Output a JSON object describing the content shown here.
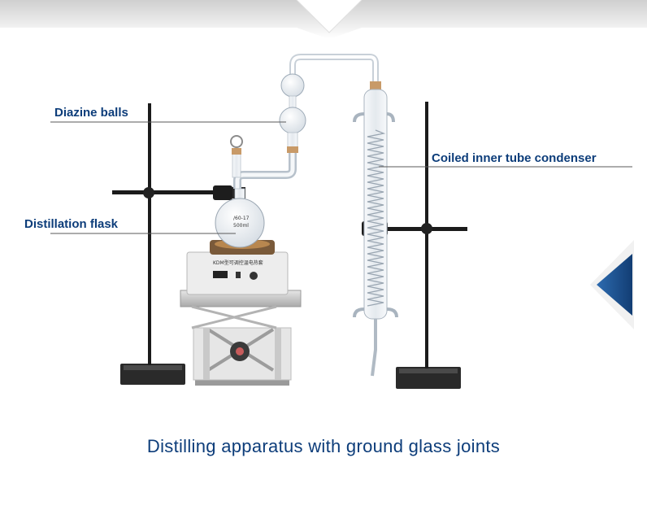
{
  "labels": {
    "diazine_balls": "Diazine balls",
    "distillation_flask": "Distillation flask",
    "condenser": "Coiled inner tube condenser"
  },
  "flask_marking": {
    "code": "/60-17",
    "volume": "500ml"
  },
  "heater_panel_text": "KDM型可调控温电热套",
  "caption": "Distilling apparatus with ground glass joints",
  "colors": {
    "text_blue": "#0d3d7a",
    "arrow_blue": "#1a4f8b",
    "top_banner": "#dcdcdc"
  }
}
